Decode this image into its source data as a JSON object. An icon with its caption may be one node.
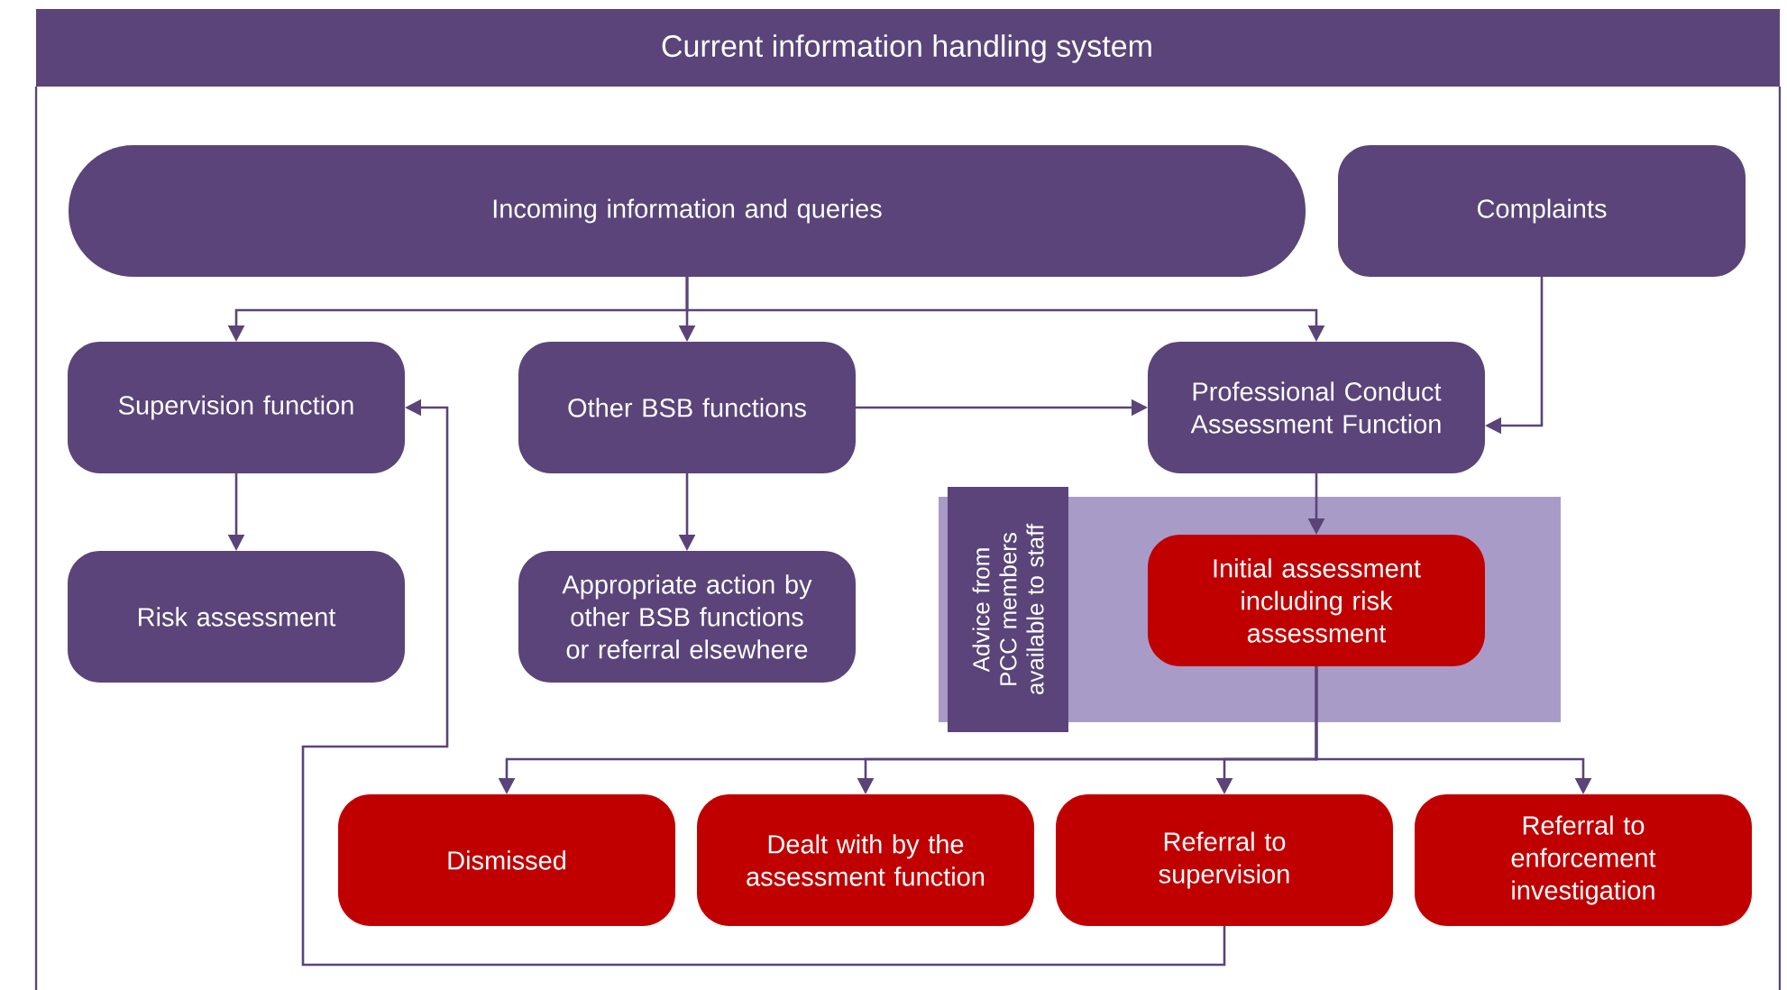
{
  "diagram": {
    "title": "Current information handling system",
    "nodes": [
      {
        "text": [
          "Incoming information and queries"
        ]
      },
      {
        "text": [
          "Complaints"
        ]
      },
      {
        "text": [
          "Supervision function"
        ]
      },
      {
        "text": [
          "Other BSB functions"
        ]
      },
      {
        "text": [
          "Professional Conduct Assessment Function"
        ]
      },
      {
        "text": [
          "Risk assessment"
        ]
      },
      {
        "text": [
          "Appropriate action by other BSB functions or referral elsewhere"
        ]
      },
      {
        "text": [],
        "shape": "box"
      },
      {
        "text": [
          "Advice from PCC members available to staff"
        ]
      },
      {
        "text": [
          "Initial assessment including risk assessment"
        ],
        "in": 7
      },
      {
        "text": [
          "Dismissed"
        ]
      },
      {
        "text": [
          "Dealt with by the assessment function"
        ]
      },
      {
        "text": [
          "Referral to supervision"
        ]
      },
      {
        "text": [
          "Referral to enforcement investigation"
        ]
      }
    ],
    "edges": [
      {
        "from": 0,
        "to": 2,
        "arrow": "to"
      },
      {
        "from": 0,
        "to": 3,
        "arrow": "to"
      },
      {
        "from": 0,
        "to": 4,
        "arrow": "to"
      },
      {
        "from": 1,
        "to": 4,
        "arrow": "to"
      },
      {
        "from": 3,
        "to": 4,
        "arrow": "to"
      },
      {
        "from": 2,
        "to": 5,
        "arrow": "to"
      },
      {
        "from": 3,
        "to": 6,
        "arrow": "to"
      },
      {
        "from": 4,
        "to": 9,
        "arrow": "to"
      },
      {
        "from": 9,
        "to": 10,
        "arrow": "to"
      },
      {
        "from": 9,
        "to": 11,
        "arrow": "to"
      },
      {
        "from": 9,
        "to": 12,
        "arrow": "to"
      },
      {
        "from": 9,
        "to": 13,
        "arrow": "to"
      },
      {
        "from": 12,
        "to": 2,
        "arrow": "to"
      }
    ]
  }
}
